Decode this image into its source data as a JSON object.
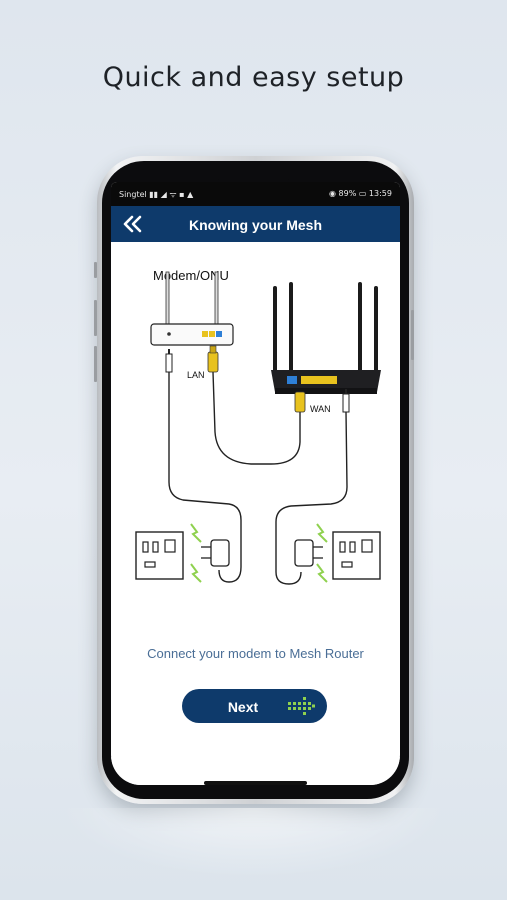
{
  "promo": {
    "headline": "Quick and easy setup"
  },
  "status_bar": {
    "left": "Singtel ▮▮ ◢ ᯤ ▪ ▲",
    "right": "◉ 89% ▭ 13:59"
  },
  "app_bar": {
    "title": "Knowing your Mesh",
    "back_icon": "double-chevron-left-icon"
  },
  "diagram": {
    "modem_label": "Modem/ONU",
    "lan_label": "LAN",
    "wan_label": "WAN"
  },
  "instruction": "Connect your modem to Mesh Router",
  "next_button": {
    "label": "Next",
    "icon": "arrow-right-icon"
  },
  "colors": {
    "brand_navy": "#0e3a6b",
    "instruction_text": "#4a6e96",
    "accent_green": "#8fd14f",
    "connector_yellow": "#e8c21e"
  }
}
